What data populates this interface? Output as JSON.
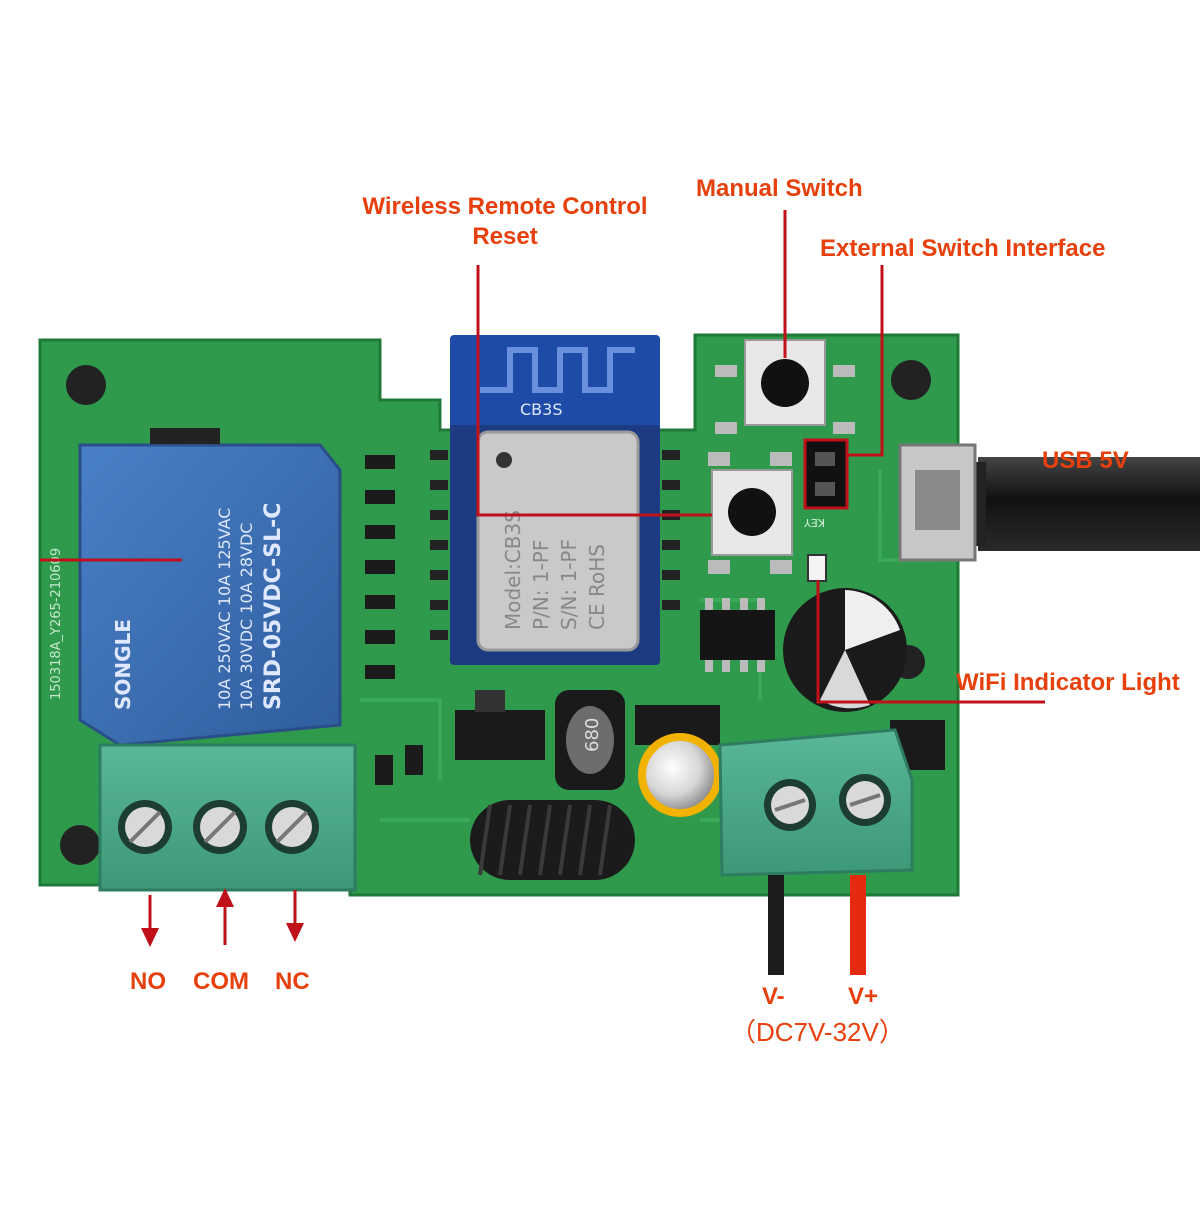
{
  "annotations": {
    "wireless_reset": "Wireless Remote Control\nReset",
    "manual_switch": "Manual Switch",
    "external_switch": "External Switch Interface",
    "usb": "USB 5V",
    "wifi_light": "WiFi Indicator Light",
    "no": "NO",
    "com": "COM",
    "nc": "NC",
    "v_minus": "V-",
    "v_plus": "V+",
    "voltage_range": "（DC7V-32V）"
  },
  "board_markings": {
    "module_label": "CB3S",
    "module_chip_label": "CB3S",
    "module_model": "Model:CB3S",
    "module_pn": "P/N: 1-PF",
    "module_sn": "S/N: 1-PF",
    "module_marks": "CE RoHS",
    "relay_brand": "SONGLE",
    "relay_model": "SRD-05VDC-SL-C",
    "relay_rating_1": "10A 250VAC  10A 125VAC",
    "relay_rating_2": "10A 30VDC  10A 28VDC",
    "pcb_code": "150318A_Y265-210609",
    "inductor_code": "680",
    "key_label": "KEY"
  },
  "colors": {
    "pcb": "#2f9a4c",
    "pcb_dark": "#1f7a3a",
    "relay": "#3b6fb6",
    "terminal": "#48a889",
    "annotation": "#e8400c",
    "line_dark": "#c0101a",
    "wire_red": "#e42a10",
    "wire_black": "#1c1c1c"
  }
}
